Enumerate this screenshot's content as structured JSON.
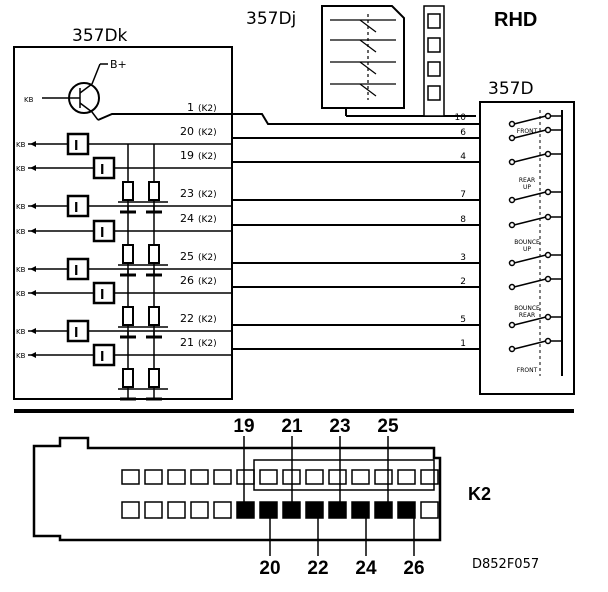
{
  "header": {
    "title_rhd": "RHD",
    "module_357dk": "357Dk",
    "module_357dj": "357Dj",
    "module_357d": "357D",
    "supply_label": "B+",
    "ref_code": "D852F057"
  },
  "wires": [
    {
      "left_pin": "1",
      "conn": "(K2)",
      "right_pin": "10"
    },
    {
      "left_pin": "20",
      "conn": "(K2)",
      "right_pin": "6"
    },
    {
      "left_pin": "19",
      "conn": "(K2)",
      "right_pin": "4"
    },
    {
      "left_pin": "23",
      "conn": "(K2)",
      "right_pin": "7"
    },
    {
      "left_pin": "24",
      "conn": "(K2)",
      "right_pin": "8"
    },
    {
      "left_pin": "25",
      "conn": "(K2)",
      "right_pin": "3"
    },
    {
      "left_pin": "26",
      "conn": "(K2)",
      "right_pin": "2"
    },
    {
      "left_pin": "22",
      "conn": "(K2)",
      "right_pin": "5"
    },
    {
      "left_pin": "21",
      "conn": "(K2)",
      "right_pin": "1"
    }
  ],
  "switch_labels": [
    "FRONT",
    "REAR UP",
    "BOUNCE UP",
    "BOUNCE REAR",
    "FRONT"
  ],
  "connector": {
    "name": "K2",
    "top_pins": [
      "19",
      "21",
      "23",
      "25"
    ],
    "bottom_pins": [
      "20",
      "22",
      "24",
      "26"
    ]
  }
}
